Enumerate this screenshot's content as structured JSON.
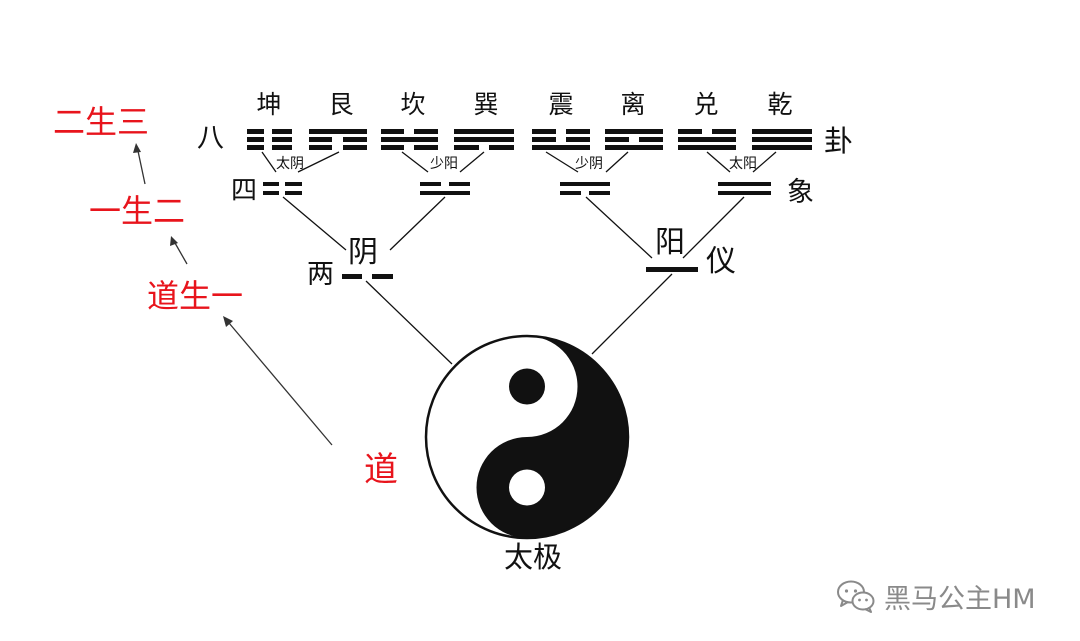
{
  "red_labels": {
    "two_three": "二生三",
    "one_two": "一生二",
    "dao_one": "道生一",
    "dao": "道"
  },
  "trigrams": {
    "kun": "坤",
    "gen": "艮",
    "kan": "坎",
    "xun": "巽",
    "zhen": "震",
    "li": "离",
    "dui": "兑",
    "qian": "乾"
  },
  "row_labels": {
    "ba": "八",
    "gua": "卦",
    "si": "四",
    "xiang": "象",
    "liang": "两",
    "yi": "仪"
  },
  "four_images": {
    "tai_yin": "太阴",
    "shao_yang": "少阳",
    "shao_yin": "少阴",
    "tai_yang": "太阳"
  },
  "two_modes": {
    "yin": "阴",
    "yang": "阳"
  },
  "center": {
    "taiji": "太极"
  },
  "watermark": {
    "text": "黑马公主HM",
    "icon": "wechat-icon",
    "color": "#8a8a8a"
  },
  "colors": {
    "accent_red": "#e8141c",
    "ink": "#111111"
  }
}
